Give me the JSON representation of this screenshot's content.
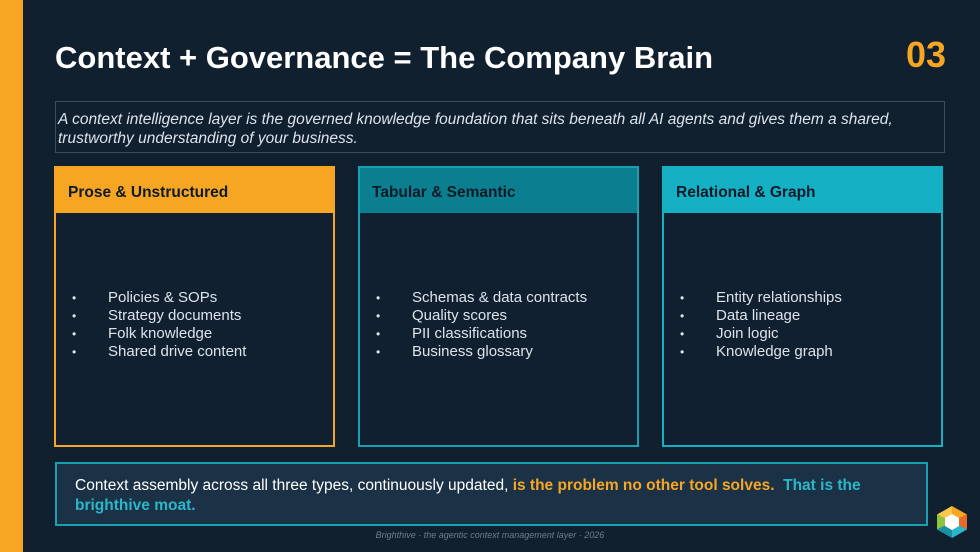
{
  "slide": {
    "title": "Context + Governance = The Company Brain",
    "number": "03",
    "intro": "A context intelligence layer is the governed knowledge foundation that sits beneath all AI agents and gives them a shared, trustworthy understanding of your business."
  },
  "cards": [
    {
      "heading": "Prose & Unstructured",
      "items": [
        "Policies & SOPs",
        "Strategy documents",
        "Folk knowledge",
        "Shared drive content"
      ]
    },
    {
      "heading": "Tabular & Semantic",
      "items": [
        "Schemas & data contracts",
        "Quality scores",
        "PII classifications",
        "Business glossary"
      ]
    },
    {
      "heading": "Relational & Graph",
      "items": [
        "Entity relationships",
        "Data lineage",
        "Join logic",
        "Knowledge graph"
      ]
    }
  ],
  "bullet_glyph": "•",
  "callout": {
    "lead": "Context assembly across all three types, continuously updated, ",
    "highlight_orange": "is the problem no other tool solves.",
    "highlight_teal": "That is the brighthive moat."
  },
  "footer": "Brighthive · the agentic context management layer · 2026",
  "colors": {
    "background": "#10202f",
    "accent_orange": "#f6a623",
    "accent_teal": "#1b9fb3",
    "accent_teal_dark": "#0b7f8f",
    "accent_cyan": "#15b0c4"
  }
}
